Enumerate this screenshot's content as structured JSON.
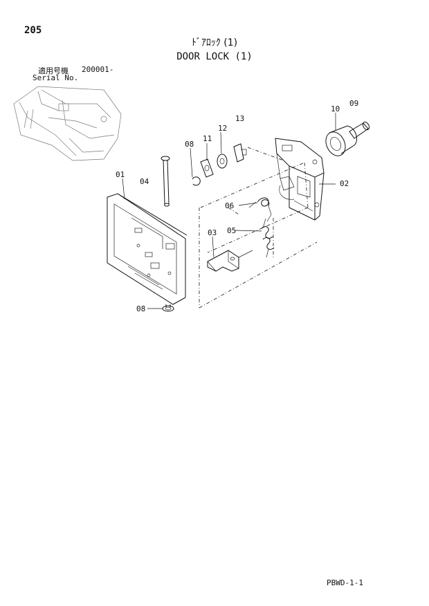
{
  "page": {
    "number": "205"
  },
  "title": {
    "jp": "ﾄﾞｱﾛｯｸ (1)",
    "en": "DOOR LOCK (1)"
  },
  "serial": {
    "label_jp": "適用号機",
    "value": "200001-",
    "label_en": "Serial No."
  },
  "callouts": [
    {
      "id": "01",
      "text": "01"
    },
    {
      "id": "02",
      "text": "02"
    },
    {
      "id": "03",
      "text": "03"
    },
    {
      "id": "04",
      "text": "04"
    },
    {
      "id": "05",
      "text": "05"
    },
    {
      "id": "06",
      "text": "06"
    },
    {
      "id": "08a",
      "text": "08"
    },
    {
      "id": "08b",
      "text": "08"
    },
    {
      "id": "09",
      "text": "09"
    },
    {
      "id": "10",
      "text": "10"
    },
    {
      "id": "11",
      "text": "11"
    },
    {
      "id": "12",
      "text": "12"
    },
    {
      "id": "13",
      "text": "13"
    }
  ],
  "footer": {
    "code": "PBWD-1-1"
  }
}
